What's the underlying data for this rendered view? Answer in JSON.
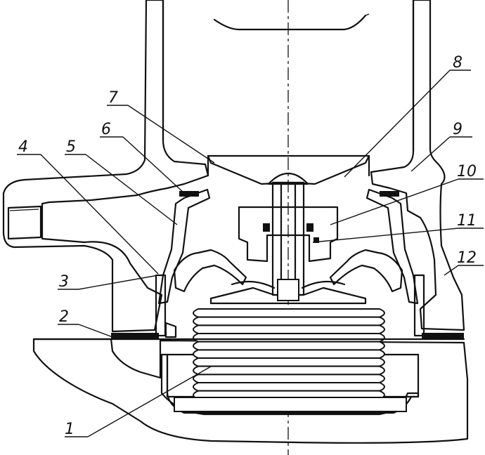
{
  "callouts": [
    {
      "id": "1",
      "text": "1"
    },
    {
      "id": "2",
      "text": "2"
    },
    {
      "id": "3",
      "text": "3"
    },
    {
      "id": "4",
      "text": "4"
    },
    {
      "id": "5",
      "text": "5"
    },
    {
      "id": "6",
      "text": "6"
    },
    {
      "id": "7",
      "text": "7"
    },
    {
      "id": "8",
      "text": "8"
    },
    {
      "id": "9",
      "text": "9"
    },
    {
      "id": "10",
      "text": "10"
    },
    {
      "id": "11",
      "text": "11"
    },
    {
      "id": "12",
      "text": "12"
    }
  ],
  "style": {
    "ink": "#111111",
    "paper": "#ffffff"
  }
}
